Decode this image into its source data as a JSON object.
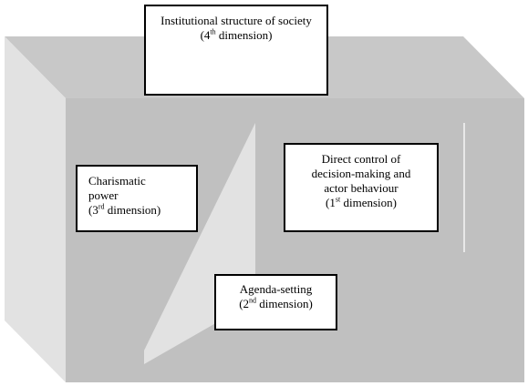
{
  "colors": {
    "background": "#ffffff",
    "box_front": "#c0c0c0",
    "box_top": "#c8c8c8",
    "box_left_face": "#e2e2e2",
    "inner_panel": "#e2e2e2",
    "border": "#000000"
  },
  "labels": {
    "fourth": {
      "line1": "Institutional structure of society",
      "line2_pre": "(4",
      "line2_sup": "th",
      "line2_post": " dimension)"
    },
    "third": {
      "line1": "Charismatic",
      "line2": "power",
      "line3_pre": "(3",
      "line3_sup": "rd",
      "line3_post": " dimension)"
    },
    "first": {
      "line1": "Direct control of",
      "line2": "decision-making and",
      "line3": "actor behaviour",
      "line4_pre": "(1",
      "line4_sup": "st",
      "line4_post": " dimension)"
    },
    "second": {
      "line1": "Agenda-setting",
      "line2_pre": "(2",
      "line2_sup": "nd",
      "line2_post": " dimension)"
    }
  }
}
